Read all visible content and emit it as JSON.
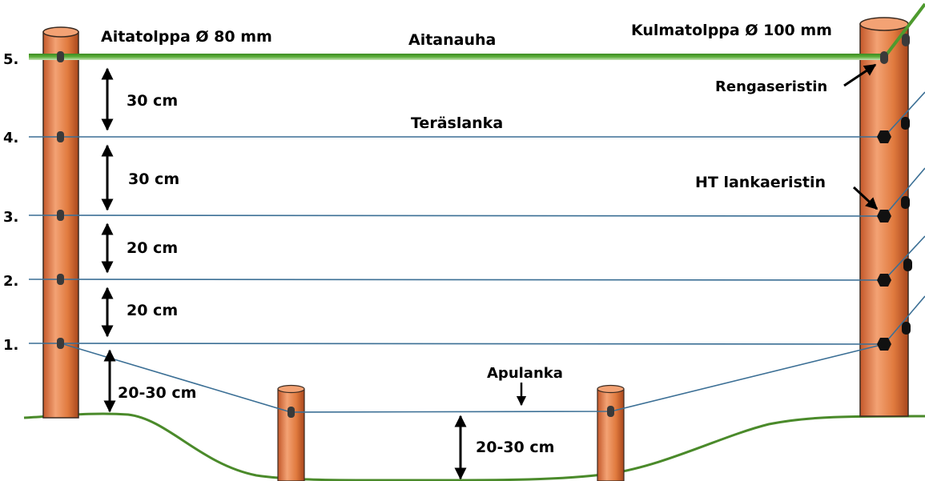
{
  "labels": {
    "line_post": "Aitatolppa Ø 80 mm",
    "corner_post": "Kulmatolppa Ø 100 mm",
    "tape": "Aitanauha",
    "steel_wire": "Teräslanka",
    "ring_insulator": "Rengaseristin",
    "ht_insulator": "HT lankaeristin",
    "helper_wire": "Apulanka"
  },
  "wire_numbers": [
    "5.",
    "4.",
    "3.",
    "2.",
    "1."
  ],
  "spacings": {
    "s5_4": "30 cm",
    "s4_3": "30 cm",
    "s3_2": "20 cm",
    "s2_1": "20 cm",
    "s1_ground": "20-30 cm",
    "helper_ground": "20-30 cm"
  },
  "colors": {
    "post_light": "#f3a274",
    "post_mid": "#e07a3e",
    "post_dark": "#a8461c",
    "post_outline": "#3a2a20",
    "tape_green": "#4e9a2e",
    "wire_blue": "#3b6f95",
    "ground_green": "#4a8a2a",
    "insulator": "#2b2b2b"
  }
}
